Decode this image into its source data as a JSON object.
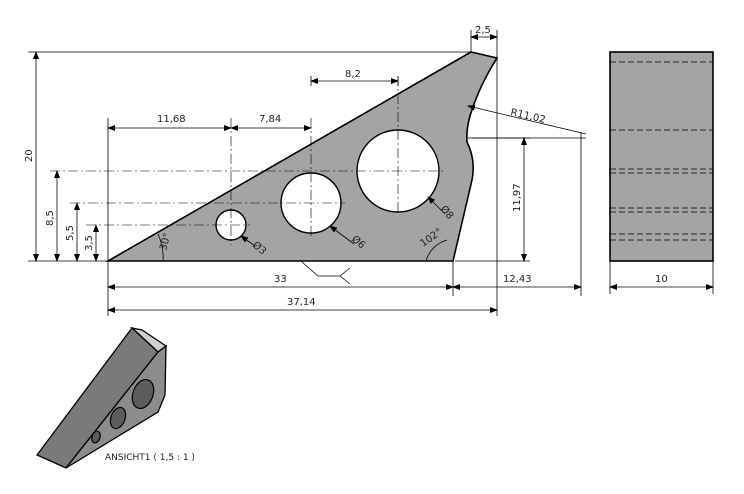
{
  "colors": {
    "part_fill": "#a4a4a4",
    "line": "#000000",
    "background": "#ffffff"
  },
  "dimensions": {
    "d_2_5": "2,5",
    "d_8_2": "8,2",
    "d_r11": "R11,02",
    "d_11_68": "11,68",
    "d_7_84": "7,84",
    "d_20": "20",
    "d_8_5": "8,5",
    "d_5_5": "5,5",
    "d_3_5": "3,5",
    "d_11_97": "11,97",
    "d_33": "33",
    "d_12_43": "12,43",
    "d_37_14": "37,14",
    "d_10": "10",
    "d_phi3": "Ø3",
    "d_phi6": "Ø6",
    "d_phi8": "Ø8",
    "d_30": "30°",
    "d_102": "102°"
  },
  "view_label": "ANSICHT1 ( 1,5  : 1 )"
}
